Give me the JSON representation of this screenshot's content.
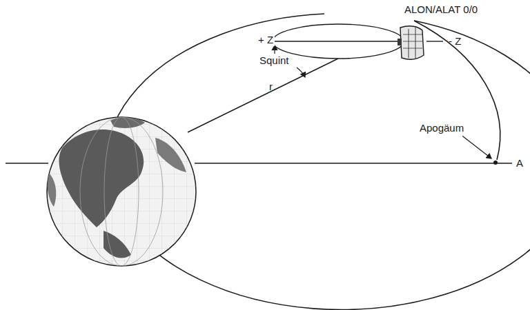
{
  "diagram": {
    "labels": [
      "ALON/ALAT 0/0",
      "+ Z",
      "- Z",
      "Squint",
      "r",
      "Apogäum",
      "A"
    ]
  }
}
